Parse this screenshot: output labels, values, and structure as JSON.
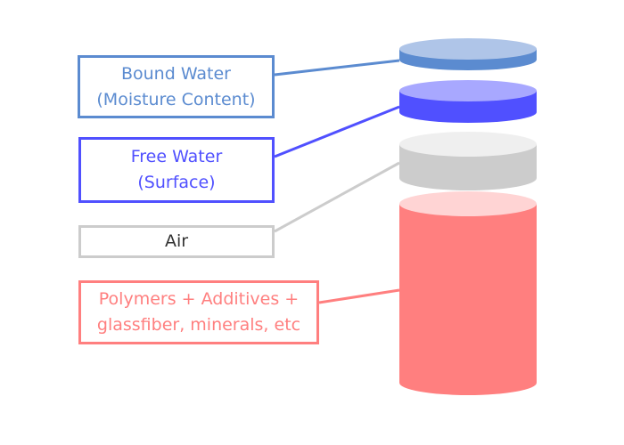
{
  "diagram": {
    "title": "Plastic material composition layers",
    "layers": [
      {
        "id": "bound-water",
        "label_lines": [
          "Bound Water",
          "(Moisture Content)"
        ],
        "color": "#5B8BD0",
        "text_color": "#5B8BD0",
        "top_color": "#AFC5E8",
        "side_color": "#5B8BD0"
      },
      {
        "id": "free-water",
        "label_lines": [
          "Free Water",
          "(Surface)"
        ],
        "color": "#5050FF",
        "text_color": "#5050FF",
        "top_color": "#A8A8FF",
        "side_color": "#5050FF"
      },
      {
        "id": "air",
        "label_lines": [
          "Air"
        ],
        "color": "#CCCCCC",
        "text_color": "#333333",
        "top_color": "#EFEFEF",
        "side_color": "#CCCCCC"
      },
      {
        "id": "polymers",
        "label_lines": [
          "Polymers + Additives +",
          "glassfiber, minerals, etc"
        ],
        "color": "#FF7F7F",
        "text_color": "#FF7F7F",
        "top_color": "#FFD4D4",
        "side_color": "#FF7F7F"
      }
    ]
  }
}
